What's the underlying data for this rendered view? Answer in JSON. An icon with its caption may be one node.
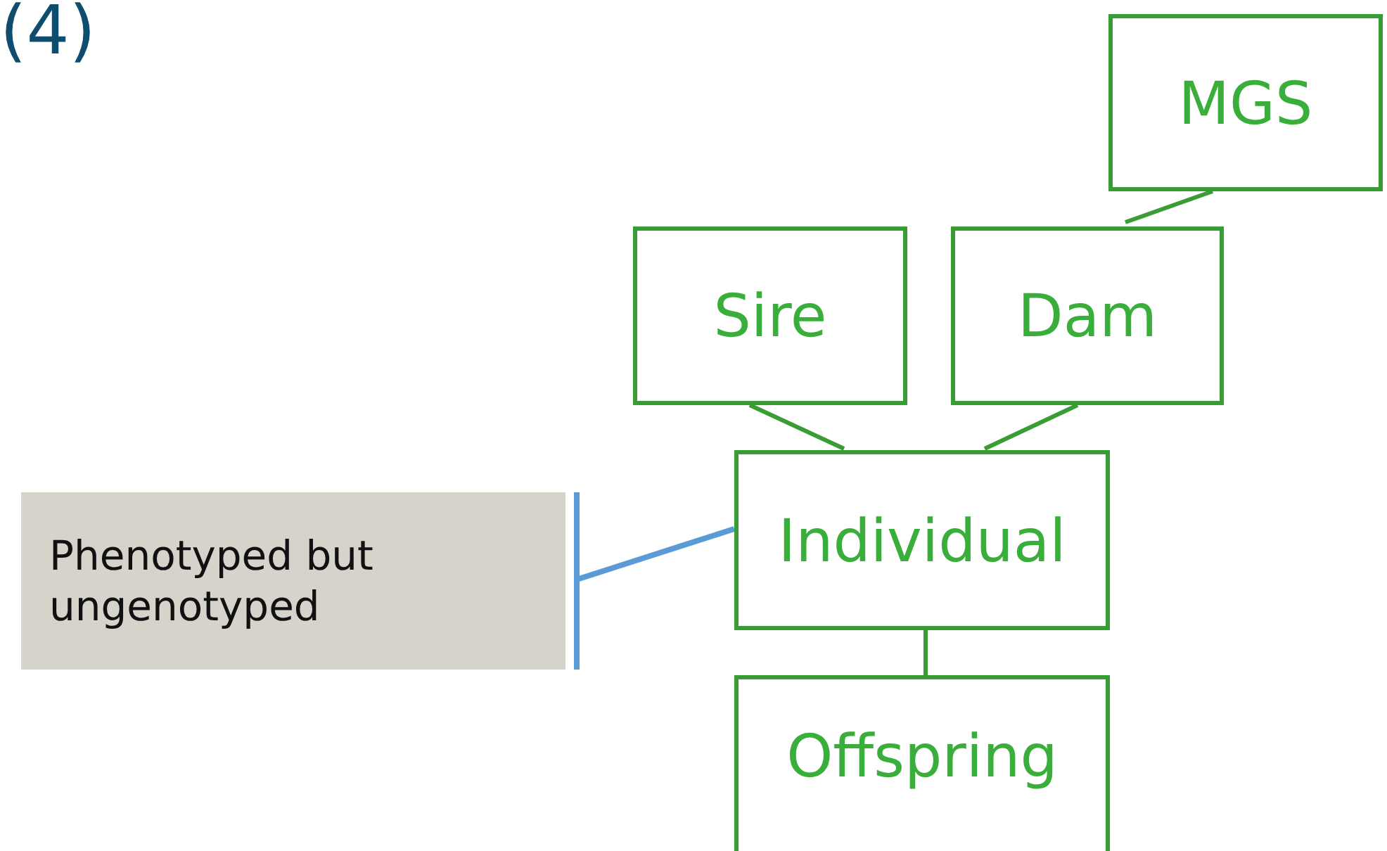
{
  "diagram": {
    "nodes": [
      {
        "text": [
          "MGS"
        ]
      },
      {
        "text": [
          "Sire"
        ]
      },
      {
        "text": [
          "Dam"
        ]
      },
      {
        "text": [
          "Phenotyped but ungenotyped"
        ]
      },
      {
        "text": [
          "Individual"
        ]
      },
      {
        "text": [
          "Offspring"
        ]
      }
    ],
    "edges": [
      {
        "from": 0,
        "to": 2,
        "arrow": "none"
      },
      {
        "from": 1,
        "to": 4,
        "arrow": "none"
      },
      {
        "from": 2,
        "to": 4,
        "arrow": "none"
      },
      {
        "from": 4,
        "to": 5,
        "arrow": "none"
      },
      {
        "from": 3,
        "to": 4,
        "arrow": "none",
        "color": "#5b9bd5"
      }
    ],
    "labels": [
      "(4)"
    ]
  }
}
